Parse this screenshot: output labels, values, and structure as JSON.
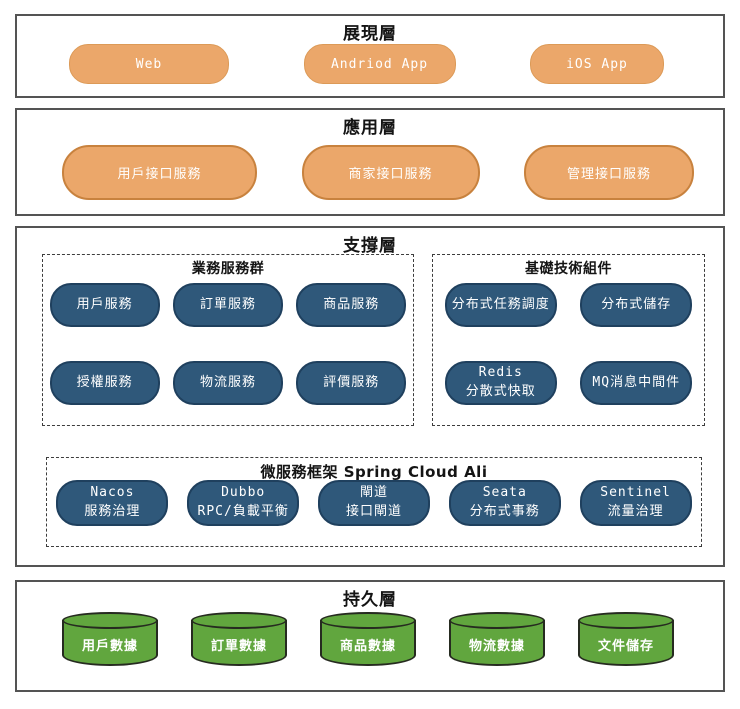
{
  "diagram": {
    "colors": {
      "orange_fill": "#EBA76A",
      "orange_border": "#C8823E",
      "blue_fill": "#2F587A",
      "blue_border": "#1F405E",
      "green_fill": "#61A63E",
      "layer_border": "#545454",
      "text_on_node": "#FFFFFF",
      "title_text": "#141414"
    },
    "layers": [
      {
        "name": "presentation",
        "title": "展現層",
        "boxes": [
          "Web",
          "Andriod App",
          "iOS App"
        ]
      },
      {
        "name": "application",
        "title": "應用層",
        "boxes": [
          "用戶接口服務",
          "商家接口服務",
          "管理接口服務"
        ]
      },
      {
        "name": "support",
        "title": "支撐層",
        "groups": [
          {
            "title": "業務服務群",
            "boxes": [
              "用戶服務",
              "訂單服務",
              "商品服務",
              "授權服務",
              "物流服務",
              "評價服務"
            ]
          },
          {
            "title": "基礎技術組件",
            "boxes": [
              "分布式任務調度",
              "分布式儲存",
              {
                "lines": [
                  "Redis",
                  "分散式快取"
                ]
              },
              "MQ消息中間件"
            ]
          },
          {
            "title": "微服務框架 Spring Cloud Ali",
            "boxes": [
              {
                "lines": [
                  "Nacos",
                  "服務治理"
                ]
              },
              {
                "lines": [
                  "Dubbo",
                  "RPC/負載平衡"
                ]
              },
              {
                "lines": [
                  "閘道",
                  "接口閘道"
                ]
              },
              {
                "lines": [
                  "Seata",
                  "分布式事務"
                ]
              },
              {
                "lines": [
                  "Sentinel",
                  "流量治理"
                ]
              }
            ]
          }
        ]
      },
      {
        "name": "persistence",
        "title": "持久層",
        "cylinders": [
          "用戶數據",
          "訂單數據",
          "商品數據",
          "物流數據",
          "文件儲存"
        ]
      }
    ]
  }
}
